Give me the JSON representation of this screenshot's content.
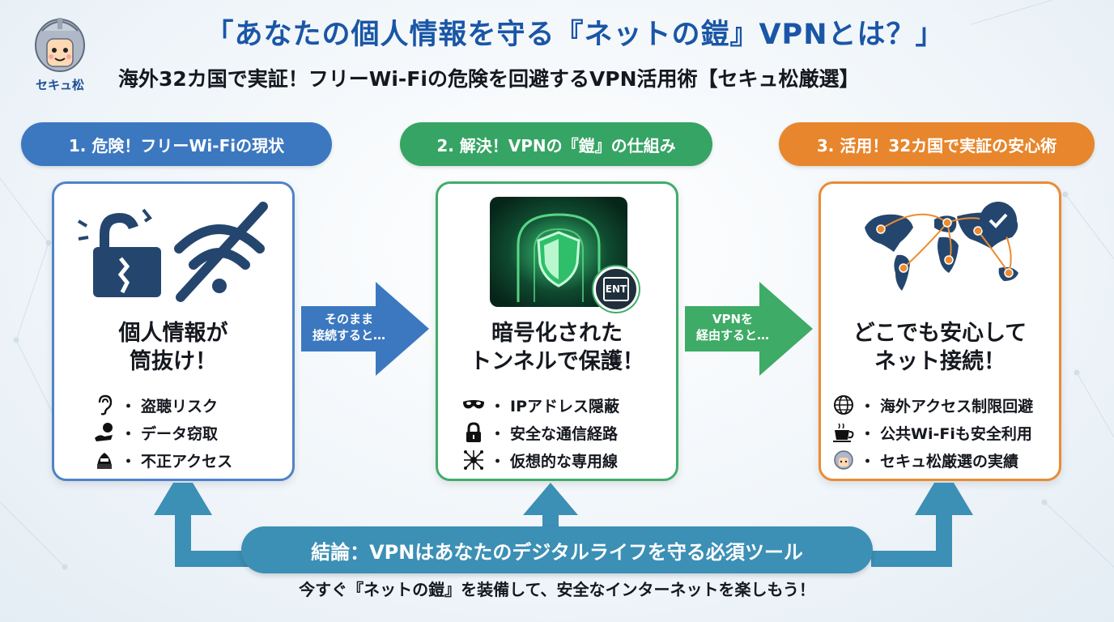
{
  "header": {
    "title": "「あなたの個人情報を守る『ネットの鎧』VPNとは？」",
    "subtitle": "海外32カ国で実証！フリーWi-Fiの危険を回避するVPN活用術【セキュ松厳選】",
    "mascot_label": "セキュ松"
  },
  "steps": [
    {
      "pill": "1. 危険！フリーWi-Fiの現状",
      "headline": [
        "個人情報が",
        "筒抜け！"
      ],
      "bullets": [
        {
          "icon": "ear-icon",
          "text": "盗聴リスク"
        },
        {
          "icon": "stealing-hand-icon",
          "text": "データ窃取"
        },
        {
          "icon": "hacker-icon",
          "text": "不正アクセス"
        }
      ]
    },
    {
      "pill": "2. 解決！VPNの『鎧』の仕組み",
      "headline": [
        "暗号化された",
        "トンネルで保護！"
      ],
      "badge": "ENT",
      "bullets": [
        {
          "icon": "mask-icon",
          "text": "IPアドレス隠蔽"
        },
        {
          "icon": "lock-icon",
          "text": "安全な通信経路"
        },
        {
          "icon": "network-icon",
          "text": "仮想的な専用線"
        }
      ]
    },
    {
      "pill": "3. 活用！32カ国で実証の安心術",
      "headline": [
        "どこでも安心して",
        "ネット接続！"
      ],
      "bullets": [
        {
          "icon": "globe-icon",
          "text": "海外アクセス制限回避"
        },
        {
          "icon": "coffee-icon",
          "text": "公共Wi-Fiも安全利用"
        },
        {
          "icon": "mascot-icon",
          "text": "セキュ松厳選の実績"
        }
      ]
    }
  ],
  "arrows": [
    [
      "そのまま",
      "接続すると…"
    ],
    [
      "VPNを",
      "経由すると…"
    ]
  ],
  "bullet_dot": "・",
  "conclusion": "結論：VPNはあなたのデジタルライフを守る必須ツール",
  "footer": "今すぐ『ネットの鎧』を装備して、安全なインターネットを楽しもう！",
  "colors": {
    "blue": "#3c78c0",
    "green": "#36a464",
    "orange": "#e7862c",
    "conclusion": "#3c8fb5",
    "title": "#1a56a6"
  }
}
